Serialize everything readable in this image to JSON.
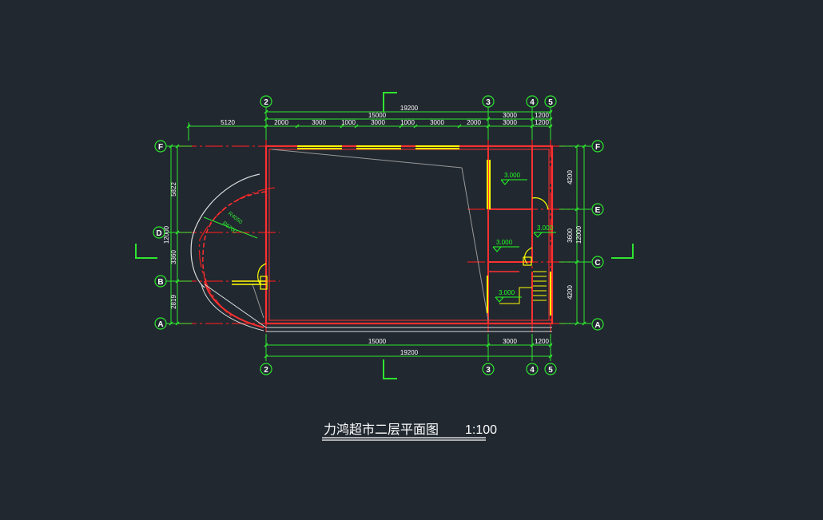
{
  "title": {
    "text": "力鸿超市二层平面图",
    "scale": "1:100"
  },
  "colors": {
    "background": "#212830",
    "dimension": "#2ee62e",
    "wall": "#ff2a2a",
    "window": "#ffff00",
    "axis": "#e02020",
    "outline": "#dddddd",
    "level": "#22ff22"
  },
  "axes": {
    "top": [
      "2",
      "3",
      "4",
      "5"
    ],
    "bottom": [
      "2",
      "3",
      "4",
      "5"
    ],
    "left": [
      "F",
      "D",
      "B",
      "A"
    ],
    "right": [
      "F",
      "E",
      "C",
      "A"
    ]
  },
  "dimensions": {
    "top_total": "19200",
    "top_sub": [
      "15000",
      "3000",
      "1200"
    ],
    "top_detail": [
      "5120",
      "2000",
      "3000",
      "1000",
      "3000",
      "1000",
      "3000",
      "2000",
      "3000",
      "1200"
    ],
    "bottom_sub": [
      "15000",
      "3000",
      "1200"
    ],
    "bottom_total": "19200",
    "left": [
      "5822",
      "3360",
      "2819"
    ],
    "left_total": "12000",
    "right": [
      "4200",
      "3600",
      "4200"
    ],
    "right_total": "12000"
  },
  "radii": [
    "R4050",
    "R6700"
  ],
  "levels": [
    "3.000",
    "3.000",
    "3.000",
    "3.000"
  ]
}
